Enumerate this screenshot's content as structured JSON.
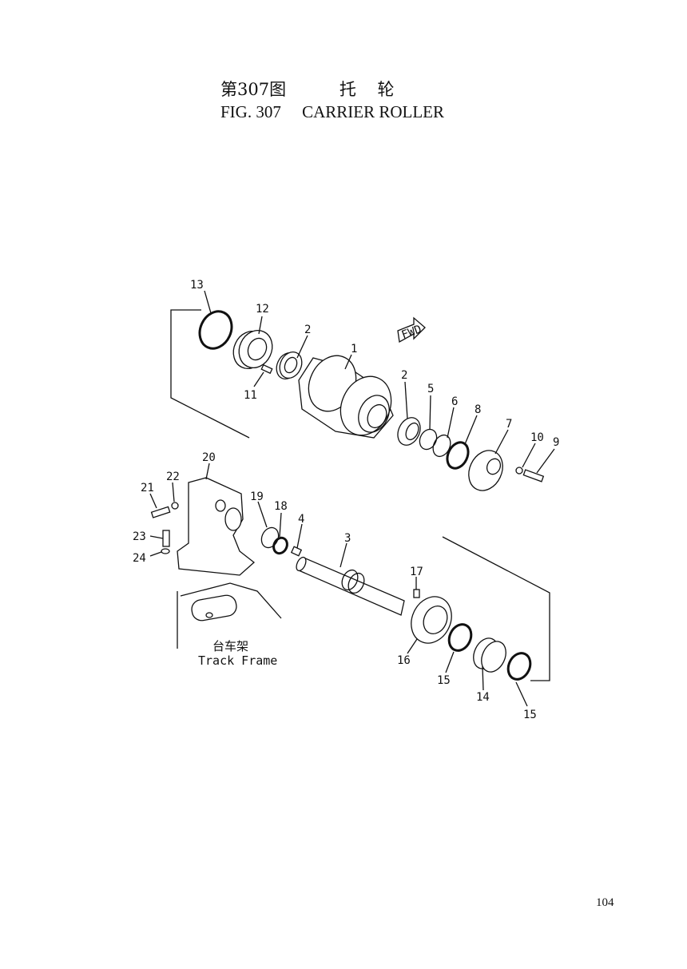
{
  "header": {
    "title_cn": "第307图          托    轮",
    "title_en": "FIG. 307     CARRIER ROLLER"
  },
  "diagram": {
    "fwd_label": "FWD",
    "frame_label_cn": "台车架",
    "frame_label_en": "Track Frame",
    "callouts": {
      "c1": "1",
      "c2a": "2",
      "c2b": "2",
      "c3": "3",
      "c4": "4",
      "c5": "5",
      "c6": "6",
      "c7": "7",
      "c8": "8",
      "c9": "9",
      "c10": "10",
      "c11": "11",
      "c12": "12",
      "c13": "13",
      "c14": "14",
      "c15a": "15",
      "c15b": "15",
      "c16": "16",
      "c17": "17",
      "c18": "18",
      "c19": "19",
      "c20": "20",
      "c21": "21",
      "c22": "22",
      "c23": "23",
      "c24": "24"
    }
  },
  "footer": {
    "page_number": "104"
  }
}
